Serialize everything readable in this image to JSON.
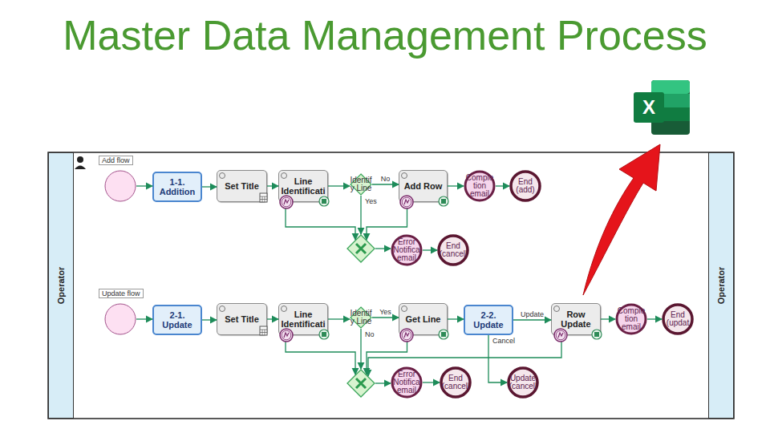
{
  "diagram": {
    "title": "Master Data Management Process",
    "nodes": [
      {
        "text": [
          "Operator"
        ]
      },
      {
        "text": []
      },
      {
        "text": [
          "1-1. Addition"
        ]
      },
      {
        "text": [
          "Set Title"
        ]
      },
      {
        "text": [
          "Line Identificati"
        ]
      },
      {
        "text": [
          "Identif y Line"
        ]
      },
      {
        "text": [
          "Add Row"
        ]
      },
      {
        "text": [
          "Comple tion email"
        ]
      },
      {
        "text": [
          "End (add)"
        ]
      },
      {
        "text": []
      },
      {
        "text": [
          "Error Notifica email"
        ]
      },
      {
        "text": [
          "End (cancell"
        ]
      },
      {
        "text": []
      },
      {
        "text": [
          "2-1. Update"
        ]
      },
      {
        "text": [
          "Set Title"
        ]
      },
      {
        "text": [
          "Line Identificati"
        ]
      },
      {
        "text": [
          "Identif y Line"
        ]
      },
      {
        "text": [
          "Get Line"
        ]
      },
      {
        "text": [
          "2-2. Update"
        ]
      },
      {
        "text": [
          "Row Update"
        ]
      },
      {
        "text": [
          "Comple tion email"
        ]
      },
      {
        "text": [
          "End (updat"
        ]
      },
      {
        "text": []
      },
      {
        "text": [
          "Error Notifica email"
        ]
      },
      {
        "text": [
          "End (cancell"
        ]
      },
      {
        "text": [
          "Update (cancell"
        ]
      },
      {
        "text": [
          "Operator"
        ]
      }
    ],
    "edges": [
      {
        "from": 1,
        "to": 2,
        "arrow": "to"
      },
      {
        "from": 2,
        "to": 3,
        "arrow": "to"
      },
      {
        "from": 3,
        "to": 4,
        "arrow": "to"
      },
      {
        "from": 4,
        "to": 5,
        "arrow": "to"
      },
      {
        "from": 5,
        "to": 6,
        "label": "No",
        "arrow": "to"
      },
      {
        "from": 6,
        "to": 7,
        "arrow": "to"
      },
      {
        "from": 7,
        "to": 8,
        "arrow": "to"
      },
      {
        "from": 5,
        "to": 9,
        "label": "Yes",
        "arrow": "to"
      },
      {
        "from": 4,
        "to": 9,
        "arrow": "to"
      },
      {
        "from": 6,
        "to": 9,
        "arrow": "to"
      },
      {
        "from": 9,
        "to": 10,
        "arrow": "to"
      },
      {
        "from": 10,
        "to": 11,
        "arrow": "to"
      },
      {
        "from": 12,
        "to": 13,
        "arrow": "to"
      },
      {
        "from": 13,
        "to": 14,
        "arrow": "to"
      },
      {
        "from": 14,
        "to": 15,
        "arrow": "to"
      },
      {
        "from": 15,
        "to": 16,
        "arrow": "to"
      },
      {
        "from": 16,
        "to": 17,
        "label": "Yes",
        "arrow": "to"
      },
      {
        "from": 17,
        "to": 18,
        "arrow": "to"
      },
      {
        "from": 18,
        "to": 19,
        "label": "Update",
        "arrow": "to"
      },
      {
        "from": 19,
        "to": 20,
        "arrow": "to"
      },
      {
        "from": 20,
        "to": 21,
        "arrow": "to"
      },
      {
        "from": 16,
        "to": 22,
        "label": "No",
        "arrow": "to"
      },
      {
        "from": 15,
        "to": 22,
        "arrow": "to"
      },
      {
        "from": 17,
        "to": 22,
        "arrow": "to"
      },
      {
        "from": 19,
        "to": 22,
        "arrow": "to"
      },
      {
        "from": 22,
        "to": 23,
        "arrow": "to"
      },
      {
        "from": 23,
        "to": 24,
        "arrow": "to"
      },
      {
        "from": 18,
        "to": 25,
        "label": "Cancel",
        "arrow": "to"
      }
    ],
    "labels": [
      "Add flow",
      "Update flow",
      "X"
    ]
  }
}
